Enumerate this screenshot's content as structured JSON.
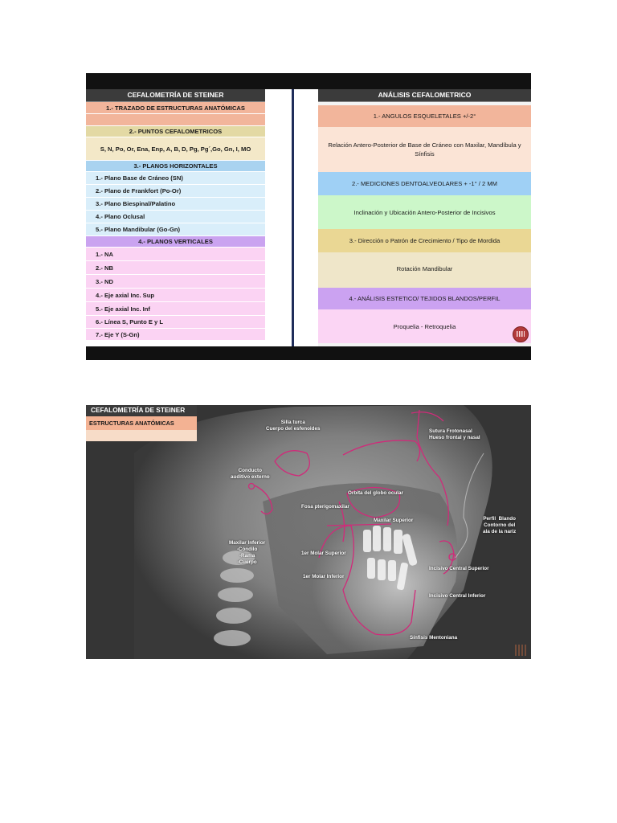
{
  "slide1": {
    "left_title": "CEFALOMETRÍA DE STEINER",
    "right_title": "ANÁLISIS CEFALOMETRICO",
    "left_rows": [
      {
        "text": "1.- TRAZADO DE ESTRUCTURAS ANATÓMICAS",
        "style": "c-salmon",
        "h": 15,
        "center": true,
        "bold": true
      },
      {
        "text": "",
        "style": "c-salmon",
        "h": 15,
        "center": true,
        "bold": false
      },
      {
        "text": "2.- PUNTOS CEFALOMETRICOS",
        "style": "c-khaki",
        "h": 14,
        "center": true,
        "bold": true
      },
      {
        "text": "S, N, Po, Or, Ena, Enp, A, B, D, Pg, Pg´,Go, Gn, I, MO",
        "style": "c-cream",
        "h": 29,
        "center": true,
        "bold": true
      },
      {
        "text": "3.- PLANOS HORIZONTALES",
        "style": "c-sky-h",
        "h": 14,
        "center": true,
        "bold": true
      },
      {
        "text": "1.- Plano Base de Cráneo (SN)",
        "style": "c-sky",
        "h": 16,
        "center": false,
        "bold": true
      },
      {
        "text": "2.- Plano de Frankfort  (Po-Or)",
        "style": "c-sky",
        "h": 16,
        "center": false,
        "bold": true
      },
      {
        "text": "3.- Plano Biespinal/Palatino",
        "style": "c-sky",
        "h": 16,
        "center": false,
        "bold": true
      },
      {
        "text": "4.- Plano Oclusal",
        "style": "c-sky",
        "h": 16,
        "center": false,
        "bold": true
      },
      {
        "text": "5.- Plano Mandibular (Go-Gn)",
        "style": "c-sky",
        "h": 16,
        "center": false,
        "bold": true
      },
      {
        "text": "4.- PLANOS VERTICALES",
        "style": "c-violet",
        "h": 14,
        "center": true,
        "bold": true
      },
      {
        "text": "1.- NA",
        "style": "c-pink",
        "h": 17,
        "center": false,
        "bold": true
      },
      {
        "text": "2.- NB",
        "style": "c-pink",
        "h": 17,
        "center": false,
        "bold": true
      },
      {
        "text": "3.- ND",
        "style": "c-pink",
        "h": 17,
        "center": false,
        "bold": true
      },
      {
        "text": "4.- Eje axial Inc. Sup",
        "style": "c-pink",
        "h": 17,
        "center": false,
        "bold": true
      },
      {
        "text": "5.- Eje axial Inc. Inf",
        "style": "c-pink",
        "h": 17,
        "center": false,
        "bold": true
      },
      {
        "text": "6.- Línea S, Punto E y L",
        "style": "c-pink",
        "h": 16,
        "center": false,
        "bold": true
      },
      {
        "text": "7.- Eje Y (S-Gn)",
        "style": "c-pink",
        "h": 15,
        "center": false,
        "bold": true
      }
    ],
    "right_rows": [
      {
        "text": "",
        "style": "r-gray",
        "h": 4
      },
      {
        "text": "1.- ANGULOS ESQUELETALES  +/-2°",
        "style": "r-salmon",
        "h": 27
      },
      {
        "text": "Relación Antero-Posterior de Base de Cráneo con Maxilar, Mandíbula y Sínfisis",
        "style": "r-peach",
        "h": 56
      },
      {
        "text": "2.- MEDICIONES DENTOALVEOLARES + -1° / 2 MM",
        "style": "r-blue",
        "h": 29
      },
      {
        "text": "Inclinación y Ubicación Antero-Posterior de Incisivos",
        "style": "r-mint",
        "h": 42
      },
      {
        "text": "3.- Dirección o Patrón de Crecimiento / Tipo de Mordida",
        "style": "r-khaki",
        "h": 29
      },
      {
        "text": "Rotación Mandibular",
        "style": "r-cream",
        "h": 40
      },
      {
        "text": "",
        "style": "r-cream",
        "h": 4
      },
      {
        "text": "4.- ANÁLISIS ESTETICO/ TEJIDOS BLANDOS/PERFIL",
        "style": "r-violet",
        "h": 27
      },
      {
        "text": "Proquelia - Retroquelia",
        "style": "r-pink",
        "h": 42
      }
    ]
  },
  "slide2": {
    "title": "CEFALOMETRÍA DE STEINER",
    "subtitle": "ESTRUCTURAS ANATÓMICAS",
    "labels": {
      "silla": "Silla turca\nCuerpo del esfenoides",
      "sutura": "Sutura Frotonasal\nHueso frontal y nasal",
      "conducto": "Conducto\nauditivo externo",
      "orbita": "Orbita del globo ocular",
      "fosa": "Fosa pterigomaxilar",
      "maxilar_sup": "Maxilar Superior",
      "perfil": "Perfil  Blando\nContorno del\nala de la nariz",
      "maxilar_inf": "Maxilar Inferior\n-Cóndilo\n-Rama\n-Cuerpo",
      "molar_sup": "1er Molar Superior",
      "molar_inf": "1er Molar Inferior",
      "incisivo_sup": "Incisivo Central Superior",
      "incisivo_inf": "Incisivo Central Inferior",
      "sinfisis": "Sínfisis Mentoniana"
    }
  }
}
